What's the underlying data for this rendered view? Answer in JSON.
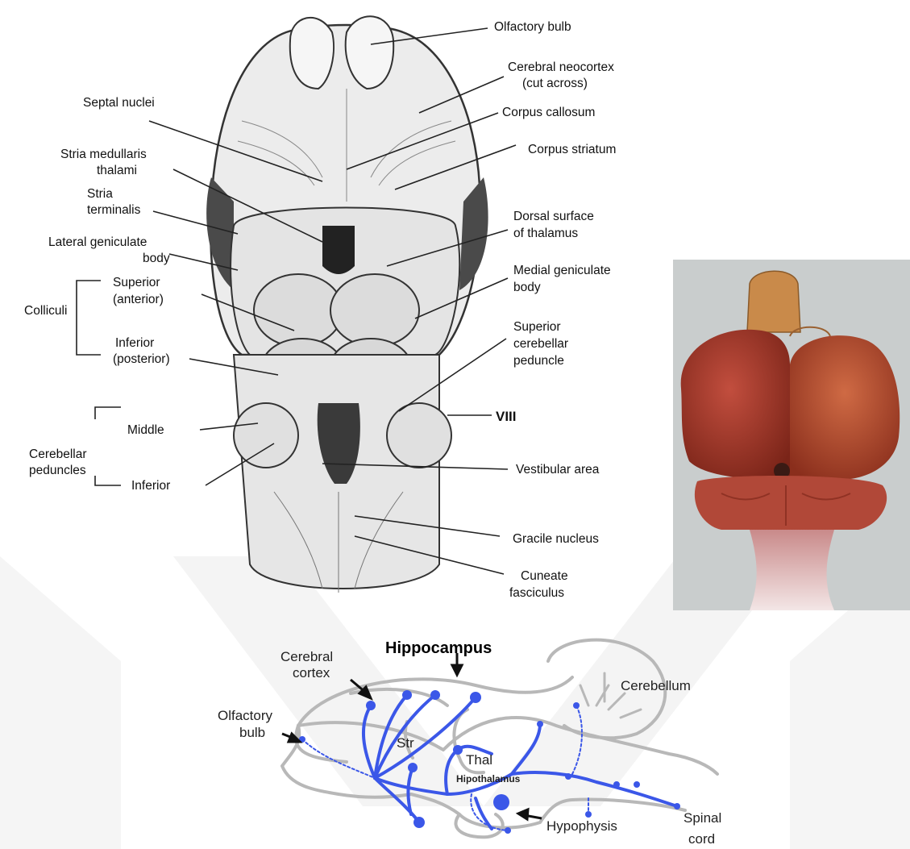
{
  "brain_dorsal_view": {
    "labels": {
      "olfactory_bulb": "Olfactory bulb",
      "cerebral_neocortex_1": "Cerebral neocortex",
      "cerebral_neocortex_2": "(cut across)",
      "septal_nuclei": "Septal nuclei",
      "corpus_callosum": "Corpus callosum",
      "corpus_striatum": "Corpus striatum",
      "stria_medullaris_1": "Stria medullaris",
      "stria_medullaris_2": "thalami",
      "stria_terminalis_1": "Stria",
      "stria_terminalis_2": "terminalis",
      "dorsal_surface_1": "Dorsal surface",
      "dorsal_surface_2": "of thalamus",
      "lateral_geniculate_1": "Lateral geniculate",
      "lateral_geniculate_2": "body",
      "medial_geniculate_1": "Medial geniculate",
      "medial_geniculate_2": "body",
      "colliculi": "Colliculi",
      "superior_1": "Superior",
      "superior_2": "(anterior)",
      "inferior_1": "Inferior",
      "inferior_2": "(posterior)",
      "sup_cerebellar_1": "Superior",
      "sup_cerebellar_2": "cerebellar",
      "sup_cerebellar_3": "peduncle",
      "middle": "Middle",
      "viii": "VIII",
      "cerebellar_peduncles_1": "Cerebellar",
      "cerebellar_peduncles_2": "peduncles",
      "inferior_peduncle": "Inferior",
      "vestibular_area": "Vestibular area",
      "gracile_nucleus": "Gracile nucleus",
      "cuneate_1": "Cuneate",
      "cuneate_2": "fasciculus"
    }
  },
  "photo": {
    "colors": {
      "background": "#c9cdcd",
      "tissue": "#a83a30",
      "bulb": "#c98a4a"
    }
  },
  "sagittal_diagram": {
    "title": "Hippocampus",
    "labels": {
      "cerebral_cortex_1": "Cerebral",
      "cerebral_cortex_2": "cortex",
      "olfactory_bulb_1": "Olfactory",
      "olfactory_bulb_2": "bulb",
      "str": "Str",
      "thal": "Thal",
      "hipothalamus": "Hipothalamus",
      "cerebellum": "Cerebellum",
      "spinal_cord_1": "Spinal",
      "spinal_cord_2": "cord",
      "hypophysis": "Hypophysis"
    },
    "colors": {
      "pathway": "#3b57e8",
      "outline": "#b8b8b8"
    }
  }
}
